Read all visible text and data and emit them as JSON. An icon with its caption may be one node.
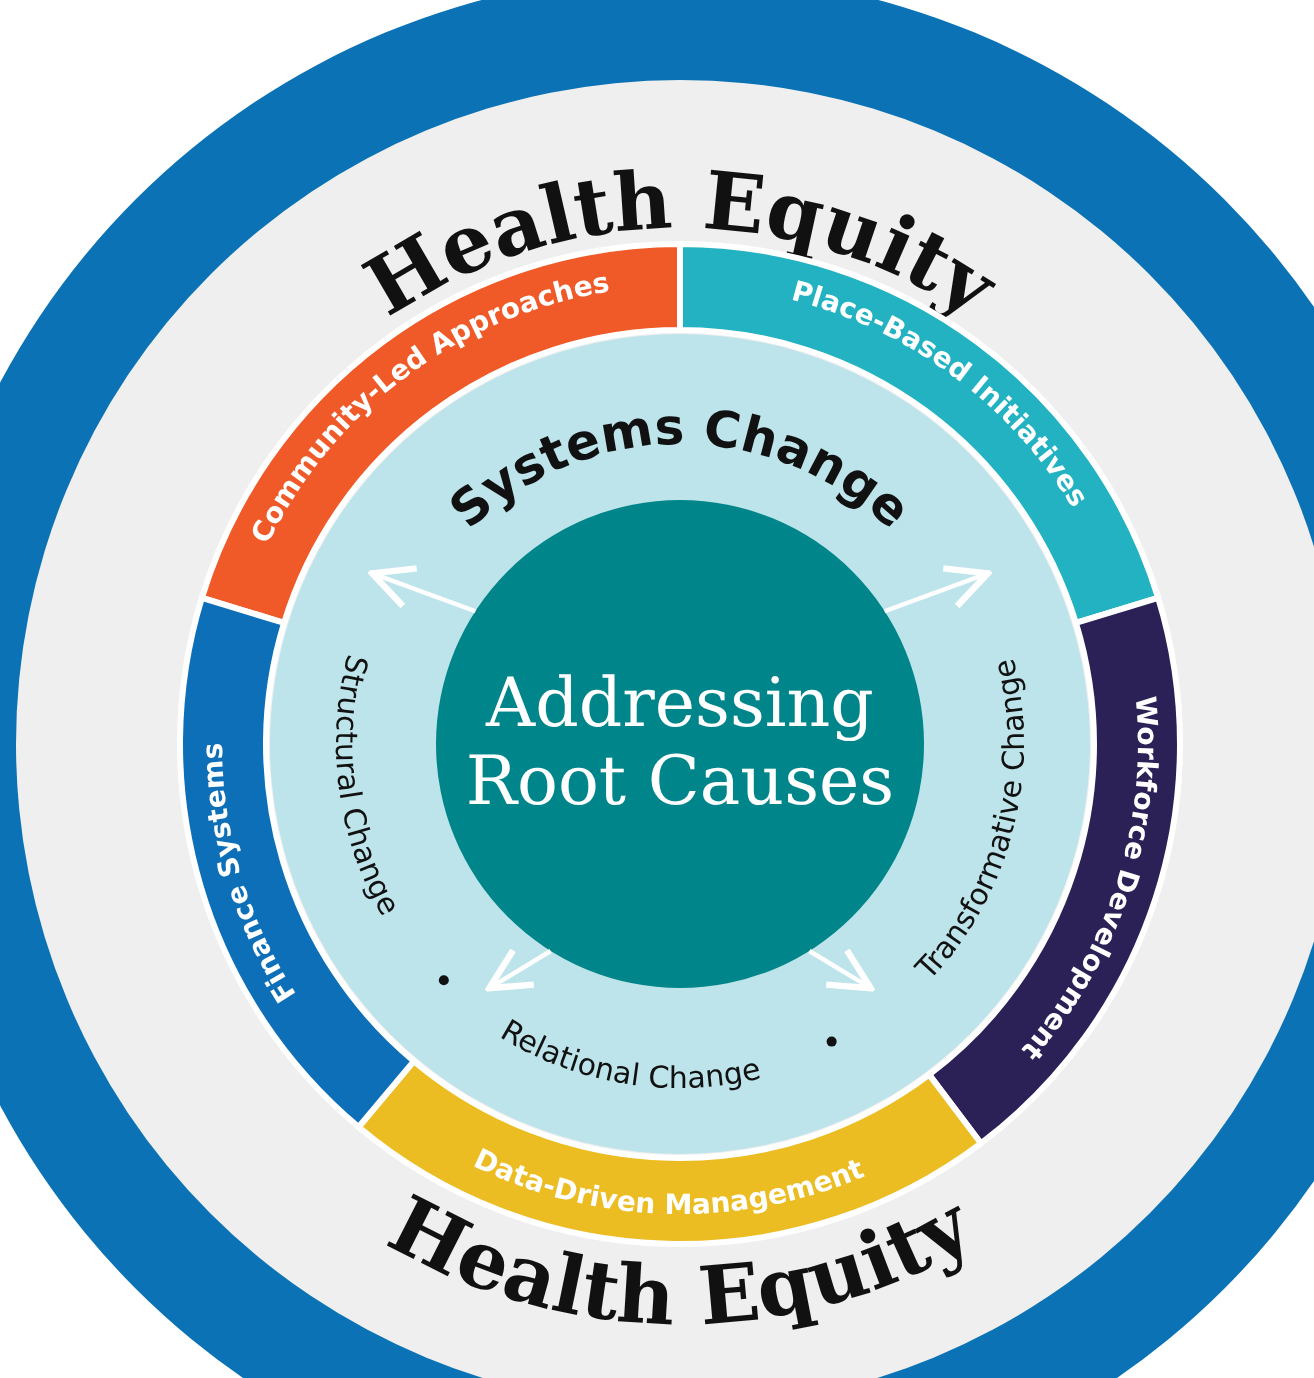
{
  "diagram": {
    "nodes": [
      {
        "text": [
          "Health Equity",
          "Health Equity"
        ]
      },
      {
        "text": [
          "Community-Led Approaches"
        ],
        "in": 0
      },
      {
        "text": [
          "Place-Based Initiatives"
        ],
        "in": 0
      },
      {
        "text": [
          "Workforce Development"
        ],
        "in": 0
      },
      {
        "text": [
          "Data-Driven Management"
        ],
        "in": 0
      },
      {
        "text": [
          "Finance Systems"
        ],
        "in": 0
      },
      {
        "text": [
          "Systems Change",
          "Structural Change",
          "Relational Change",
          "Transformative Change"
        ],
        "in": 0
      },
      {
        "text": [
          "Addressing Root Causes"
        ],
        "in": 6
      }
    ],
    "edges": [
      {
        "from": 7,
        "to": null,
        "arrow": "to"
      },
      {
        "from": 7,
        "to": null,
        "arrow": "to"
      },
      {
        "from": 7,
        "to": null,
        "arrow": "to"
      },
      {
        "from": 7,
        "to": null,
        "arrow": "to"
      }
    ]
  }
}
